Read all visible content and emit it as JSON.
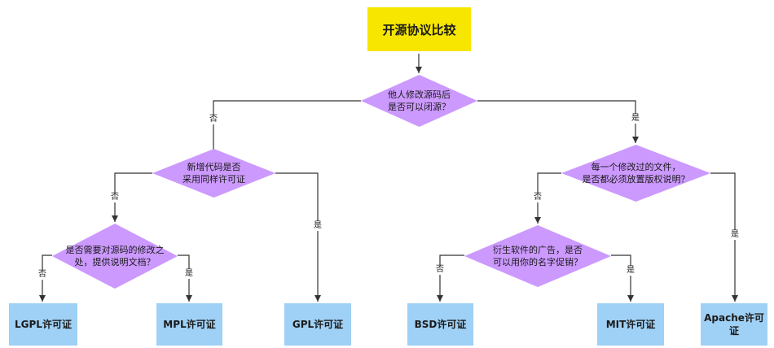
{
  "colors": {
    "root_fill": "#f7e600",
    "decision_fill": "#cc99ff",
    "leaf_fill": "#9fd0f5",
    "edge": "#333333"
  },
  "root": {
    "label": "开源协议比较"
  },
  "decisions": {
    "d1": "他人修改源码后\n是否可以闭源？",
    "d2": "新增代码是否\n采用同样许可证",
    "d3": "每一个修改过的文件，\n是否都必须放置版权说明？",
    "d4": "是否需要对源码的修改之\n处，提供说明文档？",
    "d5": "衍生软件的广告，是否\n可以用你的名字促销？"
  },
  "leaves": {
    "lgpl": "LGPL许可证",
    "mpl": "MPL许可证",
    "gpl": "GPL许可证",
    "bsd": "BSD许可证",
    "mit": "MIT许可证",
    "apache": "Apache许可\n证"
  },
  "edge_labels": {
    "d1_no": "否",
    "d1_yes": "是",
    "d2_no": "否",
    "d2_yes": "是",
    "d3_no": "否",
    "d3_yes": "是",
    "d4_no": "否",
    "d4_yes": "是",
    "d5_no": "否",
    "d5_yes": "是"
  }
}
